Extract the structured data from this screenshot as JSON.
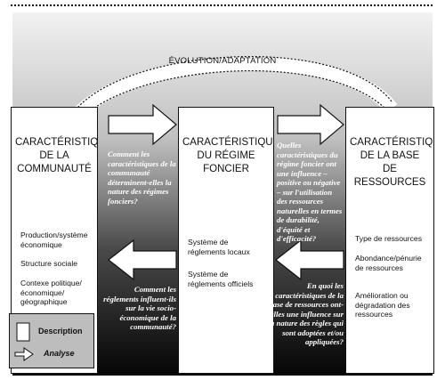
{
  "top_label": "ÉVOLUTION/ADAPTATION",
  "columns": {
    "communaute": {
      "title": "CARACTÉRISTIQUES DE LA COMMUNAUTÉ",
      "title_lines": [
        "CARACTÉRISTIQUES",
        "DE LA",
        "COMMUNAUTÉ"
      ],
      "items": [
        "Production/système économique",
        "Structure sociale",
        "Contexe politique/ économique/ géographique"
      ]
    },
    "regime": {
      "title_lines": [
        "CARACTÉRISTIQUES",
        "DU RÉGIME",
        "FONCIER"
      ],
      "items": [
        "Système de réglements locaux",
        "Système de réglements officiels"
      ]
    },
    "ressources": {
      "title_lines": [
        "CARACTÉRISTIQUES",
        "DE LA BASE",
        "DE RESSOURCES"
      ],
      "items": [
        "Type de ressources",
        "Abondance/pénurie de ressources",
        "Amélioration ou dégradation des ressources"
      ]
    }
  },
  "questions": {
    "q1": "Comment les caractéristiques de la communauté déterminent-elles la nature des régimes fonciers?",
    "q2": "Comment les réglements influent-ils sur la vie socio-économique de la communauté?",
    "q3": "Quelles caractéristiques du régime foncier ont une influence – positive ou négative – sur l'utilisation des ressources naturelles en termes de durabilité, d'équité et d'efficacité?",
    "q4": "En quoi les caractéristiques de la base de ressources ont-elles une influence sur la nature des règles qui sont adoptées et/ou appliquées?"
  },
  "legend": {
    "description": "Description",
    "analyse": "Analyse"
  },
  "colors": {
    "dark": "#0d0d0d",
    "gray_light": "#d9d9d9",
    "legend_bg": "#bdbdbd"
  }
}
